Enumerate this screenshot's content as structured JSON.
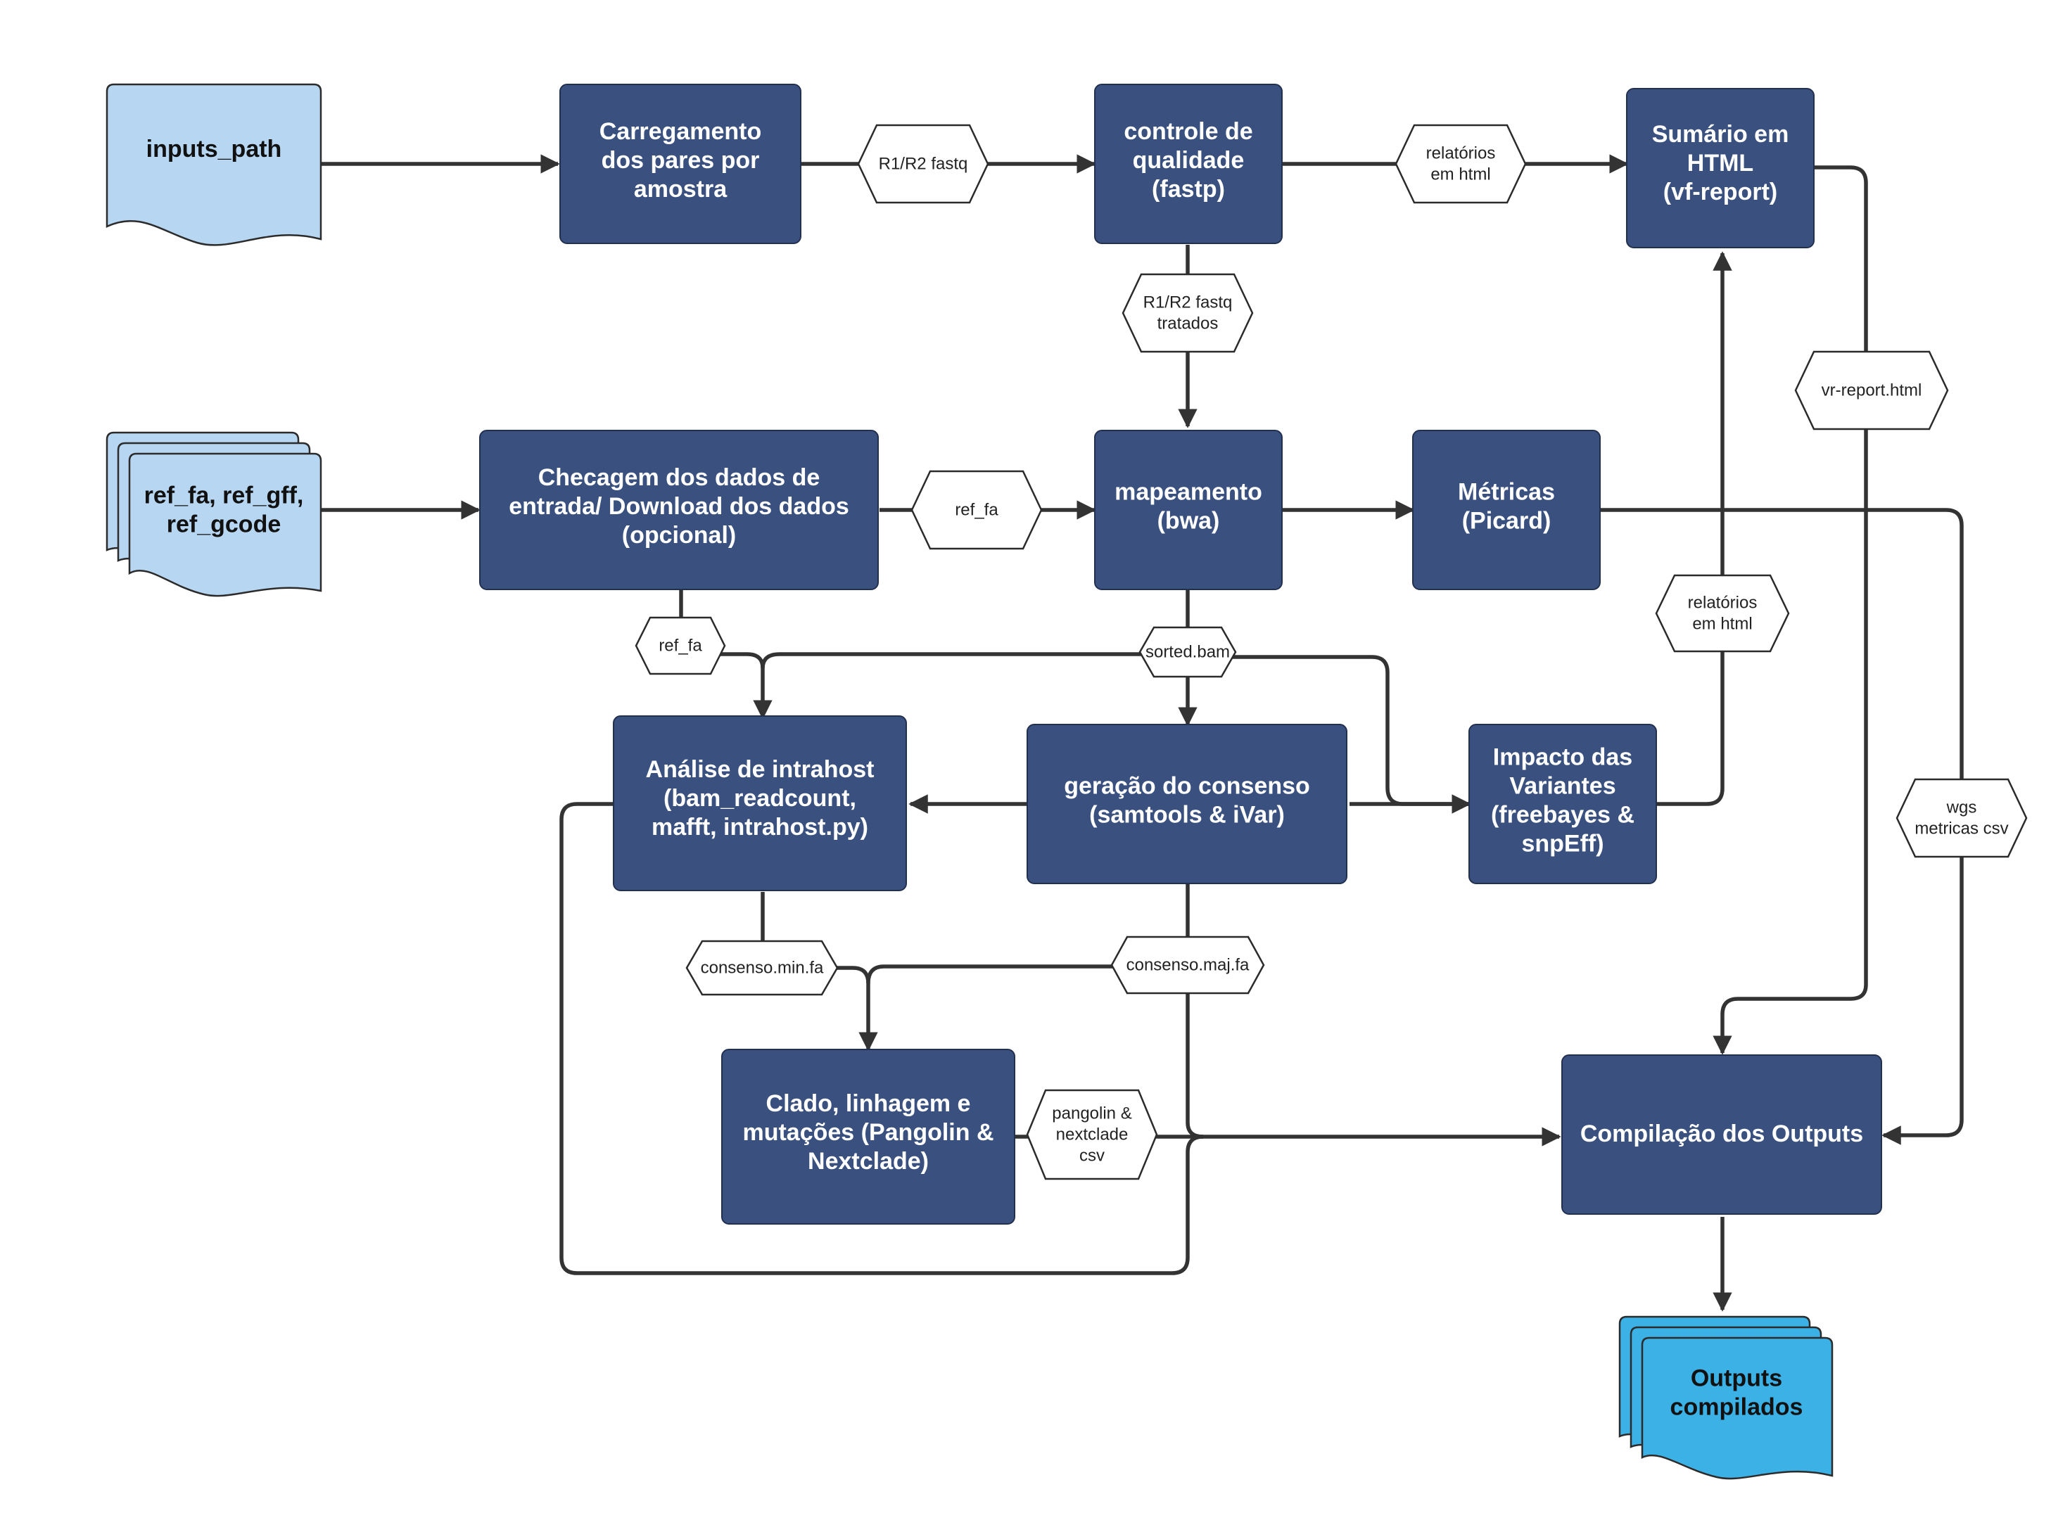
{
  "nodes": {
    "inputs_path": {
      "lines": [
        "inputs_path"
      ],
      "kind": "document"
    },
    "ref_inputs": {
      "lines": [
        "ref_fa, ref_gff,",
        "ref_gcode"
      ],
      "kind": "multi-document"
    },
    "carregamento": {
      "lines": [
        "Carregamento",
        "dos pares por",
        "amostra"
      ],
      "kind": "process"
    },
    "controle": {
      "lines": [
        "controle de",
        "qualidade",
        "(fastp)"
      ],
      "kind": "process"
    },
    "sumario": {
      "lines": [
        "Sumário em",
        "HTML",
        "(vf-report)"
      ],
      "kind": "process"
    },
    "checagem": {
      "lines": [
        "Checagem dos dados de",
        "entrada/ Download dos dados",
        "(opcional)"
      ],
      "kind": "process"
    },
    "mapeamento": {
      "lines": [
        "mapeamento",
        "(bwa)"
      ],
      "kind": "process"
    },
    "metricas": {
      "lines": [
        "Métricas",
        "(Picard)"
      ],
      "kind": "process"
    },
    "intrahost": {
      "lines": [
        "Análise de intrahost",
        "(bam_readcount,",
        "mafft, intrahost.py)"
      ],
      "kind": "process"
    },
    "consenso": {
      "lines": [
        "geração do consenso",
        "(samtools & iVar)"
      ],
      "kind": "process"
    },
    "impacto": {
      "lines": [
        "Impacto das",
        "Variantes",
        "(freebayes &",
        "snpEff)"
      ],
      "kind": "process"
    },
    "clado": {
      "lines": [
        "Clado, linhagem e",
        "mutações (Pangolin &",
        "Nextclade)"
      ],
      "kind": "process"
    },
    "compilacao": {
      "lines": [
        "Compilação dos Outputs"
      ],
      "kind": "process"
    },
    "outputs": {
      "lines": [
        "Outputs",
        "compilados"
      ],
      "kind": "multi-document"
    }
  },
  "labels": {
    "r1r2_fastq": [
      "R1/R2 fastq"
    ],
    "relatorios_top": [
      "relatórios",
      "em html"
    ],
    "r1r2_tratados": [
      "R1/R2 fastq",
      "tratados"
    ],
    "vr_report": [
      "vr-report.html"
    ],
    "ref_fa_mid": [
      "ref_fa"
    ],
    "ref_fa_down": [
      "ref_fa"
    ],
    "sorted_bam": [
      "sorted.bam"
    ],
    "relatorios_right": [
      "relatórios",
      "em html"
    ],
    "wgs_metricas": [
      "wgs",
      "metricas csv"
    ],
    "consenso_min": [
      "consenso.min.fa"
    ],
    "consenso_maj": [
      "consenso.maj.fa"
    ],
    "pangolin_csv": [
      "pangolin &",
      "nextclade",
      "csv"
    ]
  },
  "colors": {
    "process_fill": "#3a5180",
    "input_doc_fill": "#b7d6f2",
    "output_doc_fill": "#3cb1e6",
    "edge": "#333333"
  }
}
